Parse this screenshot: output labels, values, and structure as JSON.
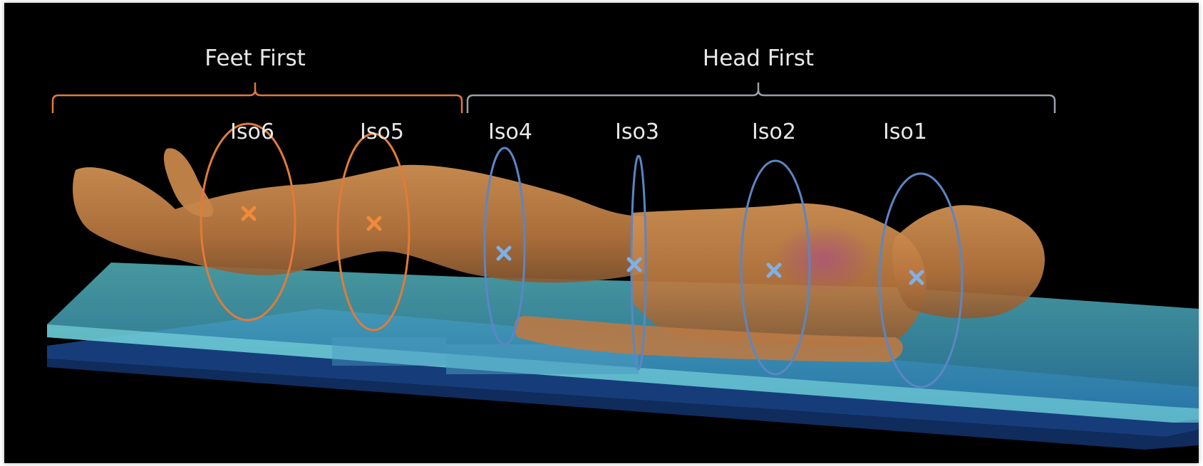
{
  "groups": {
    "feet_first": {
      "label": "Feet First",
      "color": "#e07b3a"
    },
    "head_first": {
      "label": "Head First",
      "color": "#9aa0a6"
    }
  },
  "isocenters": [
    {
      "label": "Iso6",
      "group": "feet_first",
      "ring_color": "#e07b3a",
      "marker_color": "#f08a3a"
    },
    {
      "label": "Iso5",
      "group": "feet_first",
      "ring_color": "#e07b3a",
      "marker_color": "#f08a3a"
    },
    {
      "label": "Iso4",
      "group": "head_first",
      "ring_color": "#5b86c4",
      "marker_color": "#7fb0e8"
    },
    {
      "label": "Iso3",
      "group": "head_first",
      "ring_color": "#5b86c4",
      "marker_color": "#7fb0e8"
    },
    {
      "label": "Iso2",
      "group": "head_first",
      "ring_color": "#5b86c4",
      "marker_color": "#7fb0e8"
    },
    {
      "label": "Iso1",
      "group": "head_first",
      "ring_color": "#5b86c4",
      "marker_color": "#7fb0e8"
    }
  ],
  "colors": {
    "background": "#000000",
    "body": "#c8864a",
    "couch_top": "#3fa7b8",
    "couch_base": "#1a4a8a",
    "organ_highlight": "#b05a8a"
  }
}
